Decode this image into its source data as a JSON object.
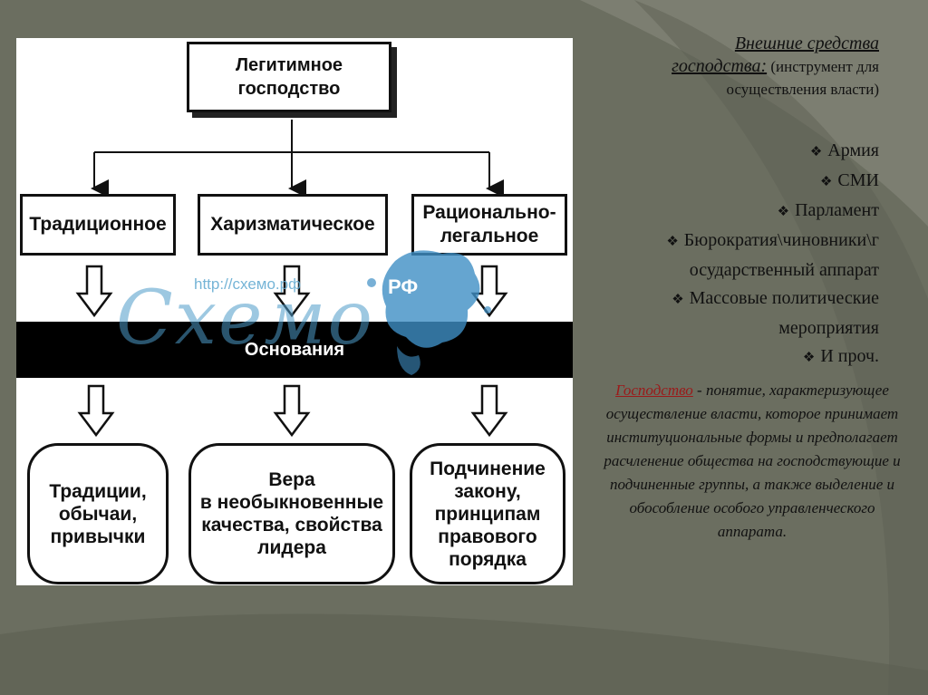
{
  "diagram": {
    "root": "Легитимное\nгосподство",
    "types": [
      "Традиционное",
      "Харизматическое",
      "Рационально-\nлегальное"
    ],
    "bar_label": "Основания",
    "bases": [
      "Традиции,\nобычаи,\nпривычки",
      "Вера\nв необыкновенные\nкачества, свойства\nлидера",
      "Подчинение\nзакону,\nпринципам\nправового\nпорядка"
    ],
    "watermark_url": "http://схемо.рф",
    "watermark_word": "Схемо",
    "watermark_rf": "РФ"
  },
  "right_panel": {
    "heading_line1": "Внешние средства",
    "heading_line2": "господства:",
    "heading_rest": " (инструмент для",
    "heading_line3": "осуществления власти)",
    "bullet_marker": "❖",
    "bullets": [
      "Армия",
      "СМИ",
      "Парламент",
      "Бюрократия\\чиновники\\г",
      "осударственный аппарат",
      "Массовые политические",
      "мероприятия",
      "И проч."
    ],
    "bullet_has_marker": [
      true,
      true,
      true,
      true,
      false,
      true,
      false,
      true
    ],
    "definition_term": "Господство",
    "definition_text": " - понятие, характеризующее осуществление власти, которое принимает институциональные формы и предполагает расчленение общества на господствующие и подчиненные группы, а также выделение и обособление особого управленческого аппарата."
  }
}
